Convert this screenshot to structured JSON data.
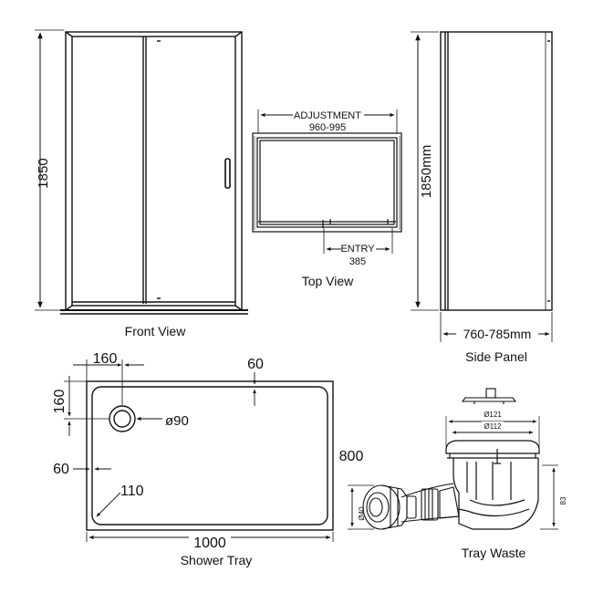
{
  "views": {
    "front": {
      "caption": "Front View",
      "height_dim": "1850"
    },
    "top": {
      "caption": "Top View",
      "adjustment_label": "ADJUSTMENT",
      "adjustment_value": "960-995",
      "entry_label": "ENTRY",
      "entry_value": "385"
    },
    "side": {
      "caption": "Side Panel",
      "height_dim": "1850mm",
      "width_dim": "760-785mm"
    },
    "tray": {
      "caption": "Shower Tray",
      "dim_160_top": "160",
      "dim_160_left": "160",
      "dim_60_top": "60",
      "dim_60_left": "60",
      "waste_dia": "ø90",
      "dim_110": "110",
      "width": "1000",
      "height": "800"
    },
    "waste": {
      "caption": "Tray Waste",
      "dim_121": "Ø121",
      "dim_112": "Ø112",
      "dim_40": "Ø40",
      "dim_83": "83"
    }
  },
  "colors": {
    "line": "#111111",
    "background": "#ffffff"
  }
}
